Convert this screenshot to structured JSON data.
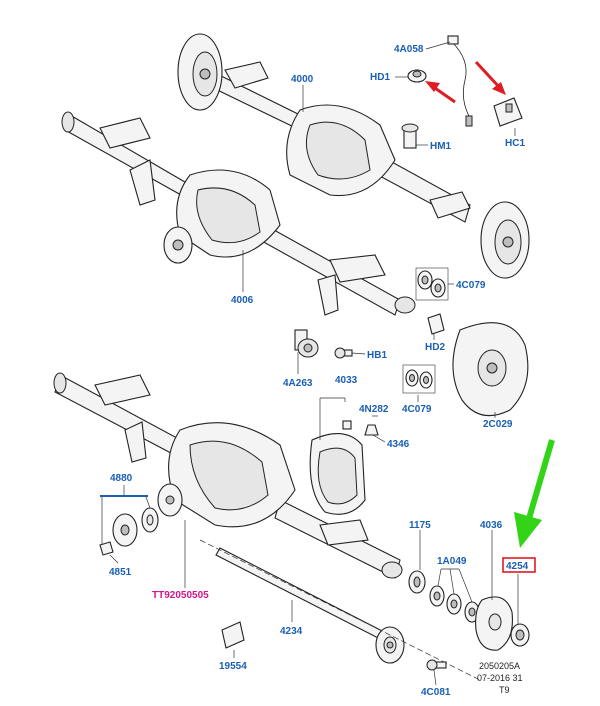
{
  "labels": {
    "p4000": "4000",
    "p4A058": "4A058",
    "pHD1": "HD1",
    "pHM1": "HM1",
    "pHC1": "HC1",
    "p4C079a": "4C079",
    "p4006": "4006",
    "pHB1": "HB1",
    "pHD2": "HD2",
    "p4A263": "4A263",
    "p4033": "4033",
    "p4C079b": "4C079",
    "p4N282": "4N282",
    "p4346": "4346",
    "p2C029": "2C029",
    "p4880": "4880",
    "p4851": "4851",
    "p1175": "1175",
    "p4036": "4036",
    "p1A049": "1A049",
    "p4254": "4254",
    "pTT": "TT92050505",
    "p4234": "4234",
    "p19554": "19554",
    "p4C081": "4C081"
  },
  "stamp": {
    "line1": "2050205A",
    "line2": "07-2016 31",
    "line3": "T9"
  },
  "colors": {
    "label_blue": "#1a5fb4",
    "label_pink": "#d4148c",
    "highlight_box": "#e01b24",
    "arrow_red": "#e01b24",
    "arrow_green": "#33d417"
  }
}
